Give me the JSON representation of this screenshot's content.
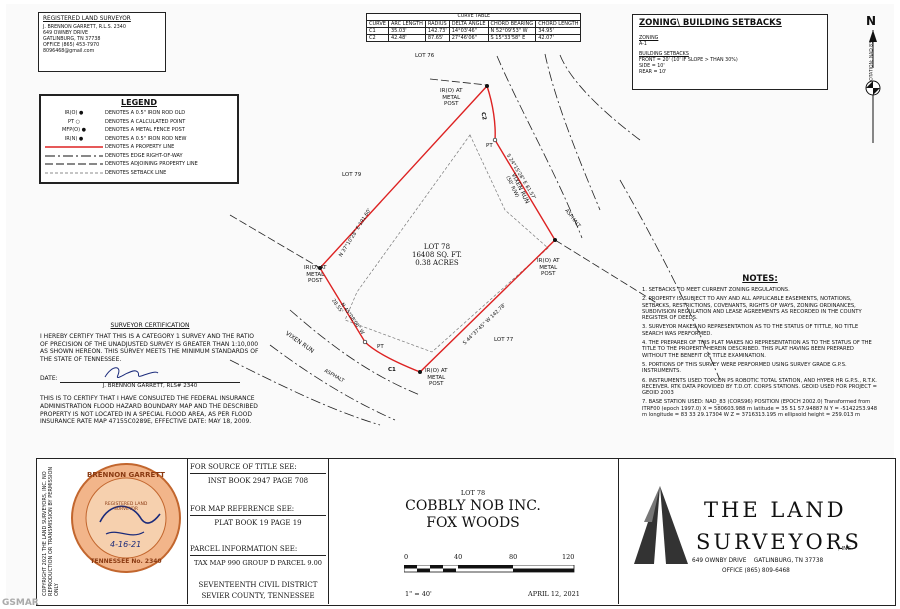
{
  "surveyor_box": {
    "title": "REGISTERED LAND SURVEYOR",
    "lines": [
      "J. BRENNON GARRETT, R.L.S. 2340",
      "649 OWNBY DRIVE",
      "GATLINBURG, TN 37738",
      "OFFICE (865) 453-7970",
      "8096468@gmail.com"
    ]
  },
  "curve_table": {
    "title": "CURVE TABLE",
    "headers": [
      "CURVE",
      "ARC LENGTH",
      "RADIUS",
      "DELTA ANGLE",
      "CHORD BEARING",
      "CHORD LENGTH"
    ],
    "rows": [
      [
        "C1",
        "35.03'",
        "142.73'",
        "14°03'46\"",
        "N 52°09'53\" W",
        "34.95'"
      ],
      [
        "C2",
        "42.48'",
        "87.65'",
        "27°46'06\"",
        "S 15°33'58\" E",
        "42.07'"
      ]
    ]
  },
  "zoning": {
    "title": "ZONING\\ BUILDING SETBACKS",
    "zoning_label": "ZONING",
    "zoning_value": "A-1",
    "setbacks_label": "BUILDING SETBACKS",
    "front": "FRONT = 20' (10' IF SLOPE > THAN 30%)",
    "side": "SIDE = 10'",
    "rear": "REAR = 10'"
  },
  "north": {
    "letter": "N",
    "rotation": "ROTATION: NAD 83"
  },
  "legend": {
    "title": "LEGEND",
    "items": [
      {
        "symbol": "IR(O) ●",
        "text": "DENOTES A 0.5\" IRON ROD OLD"
      },
      {
        "symbol": "PT ○",
        "text": "DENOTES A CALCULATED POINT"
      },
      {
        "symbol": "MFP(O) ●",
        "text": "DENOTES A METAL FENCE POST"
      },
      {
        "symbol": "IR(N) ●",
        "text": "DENOTES A 0.5\" IRON ROD NEW"
      },
      {
        "symbol": "",
        "text": "DENOTES A PROPERTY LINE"
      },
      {
        "symbol": "",
        "text": "DENOTES EDGE RIGHT-OF-WAY"
      },
      {
        "symbol": "",
        "text": "DENOTES ADJOINING PROPERTY LINE"
      },
      {
        "symbol": "",
        "text": "DENOTES SETBACK LINE"
      }
    ]
  },
  "plat": {
    "lot76": "LOT 76",
    "lot79": "LOT 79",
    "lot77": "LOT 77",
    "lot78": "LOT 78",
    "area_sqft": "16408 SQ. FT.",
    "area_acres": "0.38 ACRES",
    "road_top": "VIXEN RUN",
    "road_top_row": "(50' R/W)",
    "road_bottom": "VIXEN RUN",
    "asphalt": "ASPHALT",
    "ir_top": [
      "IR(O) AT",
      "METAL",
      "POST"
    ],
    "ir_right": [
      "IR(O) AT",
      "METAL",
      "POST"
    ],
    "ir_left": [
      "IR(O) AT",
      "METAL",
      "POST"
    ],
    "ir_bottom": [
      "IR(O) AT",
      "METAL",
      "POST"
    ],
    "pt": "PT",
    "c1": "C1",
    "c2": "C2",
    "bearing_left": "N 37°10'28\" E  191.60'",
    "bearing_right": "S 24°15'28\" E  81.57'",
    "bearing_bottom": "S 44°37'45\" W  142.78'",
    "bearing_sw": "N 45°08'00\" W",
    "dist_sw": "28.55'"
  },
  "certification": {
    "title": "SURVEYOR CERTIFICATION",
    "text1": "I HEREBY CERTIFY THAT THIS IS A CATEGORY 1 SURVEY AND THE RATIO OF PRECISION OF THE UNADJUSTED SURVEY IS GREATER THAN 1:10,000 AS SHOWN HEREON. THIS SURVEY MEETS THE MINIMUM STANDARDS OF THE STATE OF TENNESSEE.",
    "date_label": "DATE:",
    "signer": "J. BRENNON GARRETT, RLS# 2340",
    "text2": "THIS IS TO CERTIFY THAT I HAVE CONSULTED THE FEDERAL INSURANCE ADMINISTRATION FLOOD HAZARD BOUNDARY MAP AND THE DESCRIBED PROPERTY IS NOT LOCATED IN A SPECIAL FLOOD AREA, AS PER FLOOD INSURANCE RATE MAP 47155C0289E, EFFECTIVE DATE: MAY 18, 2009."
  },
  "notes": {
    "title": "NOTES:",
    "items": [
      "1. SETBACKS TO MEET CURRENT ZONING REGULATIONS.",
      "2. PROPERTY IS SUBJECT TO ANY AND ALL APPLICABLE EASEMENTS, NOTATIONS, SETBACKS, RESTRICTIONS, COVENANTS, RIGHTS OF WAYS, ZONING ORDINANCES, SUBDIVISION REGULATION AND LEASE AGREEMENTS AS RECORDED IN THE COUNTY REGISTER OF DEEDS.",
      "3. SURVEYOR MAKES NO REPRESENTATION AS TO THE STATUS OF TITTLE, NO TITLE SEARCH WAS PERFORMED.",
      "4. THE PREPARER OF THIS PLAT MAKES NO REPRESENTATION AS TO THE STATUS OF THE TITLE TO THE PROPERTY HEREIN DESCRIBED. THIS PLAT HAVING BEEN PREPARED WITHOUT THE BENEFIT OF TITLE EXAMINATION.",
      "5. PORTIONS OF THIS SURVEY WERE PERFORMED USING SURVEY GRADE G.P.S. INSTRUMENTS.",
      "6. INSTRUMENTS USED TOPCON PS ROBOTIC TOTAL STATION, AND HYPER HR G.P.S., R.T.K. RECEIVER. RTK DATA PROVIDED BY T.D.OT. CORPS STATIONS. GEOID USED FOR PROJECT = GEOID 2003",
      "7. BASE STATION USED: NAD_83 (CORS96) POSITION (EPOCH 2002.0) Transformed from ITRF00 (epoch 1997.0) X = 580603.988 m latitude = 35 51 57.94887 N Y = -5142253.948 m longitude = 83 33 29.17304 W Z = 3716313.195 m ellipsoid height = 259.013 m"
    ]
  },
  "seal": {
    "top": "BRENNON GARRETT",
    "middle": "REGISTERED LAND SURVEYOR",
    "bottom": "TENNESSEE No. 2340",
    "vertical": "COPYRIGHT 2021 THE LAND SURVEYORS, INC. NO REPRODUCTION OR TRANSMISSION BY PERMISSION ONLY",
    "sig_date": "4-16-21"
  },
  "title_block": {
    "source_label": "FOR SOURCE OF TITLE SEE:",
    "source_value": "INST BOOK 2947 PAGE 708",
    "map_label": "FOR MAP REFERENCE SEE:",
    "map_value": "PLAT BOOK 19 PAGE 19",
    "parcel_label": "PARCEL INFORMATION SEE:",
    "parcel_value": "TAX MAP 990 GROUP D PARCEL 9.00",
    "district": "SEVENTEENTH CIVIL DISTRICT",
    "county": "SEVIER COUNTY, TENNESSEE"
  },
  "project": {
    "lot": "LOT 78",
    "owner": "COBBLY NOB INC.",
    "subdivision": "FOX WOODS",
    "scale_ticks": [
      "0",
      "40",
      "80",
      "120"
    ],
    "scale": "1\" = 40'",
    "date": "APRIL 12, 2021"
  },
  "company": {
    "name1": "THE LAND",
    "name2": "SURVEYORS",
    "suffix": ", INC.",
    "address": "649 OWNBY DRIVE    GATLINBURG, TN 37738",
    "office": "OFFICE (865) 809-6468"
  },
  "watermark": "GSMAR"
}
